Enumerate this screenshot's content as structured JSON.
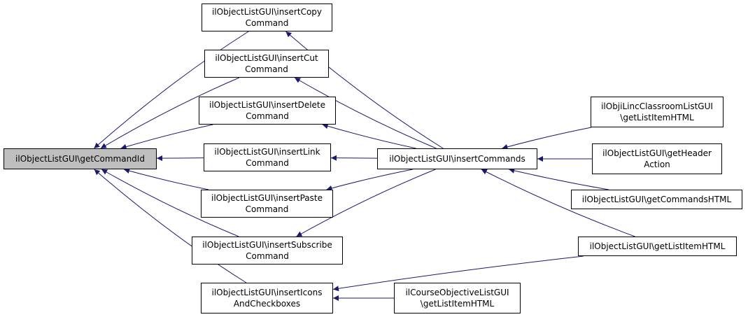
{
  "graph": {
    "colors": {
      "edge": "#191970",
      "node_border": "#000000",
      "root_fill": "#bfbfbf",
      "node_fill": "#ffffff"
    },
    "nodes": {
      "root": {
        "lines": [
          "ilObjectListGUI\\getCommandId"
        ]
      },
      "copy": {
        "lines": [
          "ilObjectListGUI\\insertCopy",
          "Command"
        ]
      },
      "cut": {
        "lines": [
          "ilObjectListGUI\\insertCut",
          "Command"
        ]
      },
      "delete": {
        "lines": [
          "ilObjectListGUI\\insertDelete",
          "Command"
        ]
      },
      "link": {
        "lines": [
          "ilObjectListGUI\\insertLink",
          "Command"
        ]
      },
      "paste": {
        "lines": [
          "ilObjectListGUI\\insertPaste",
          "Command"
        ]
      },
      "subscribe": {
        "lines": [
          "ilObjectListGUI\\insertSubscribe",
          "Command"
        ]
      },
      "icons": {
        "lines": [
          "ilObjectListGUI\\insertIcons",
          "AndCheckboxes"
        ]
      },
      "commands": {
        "lines": [
          "ilObjectListGUI\\insertCommands"
        ]
      },
      "course": {
        "lines": [
          "ilCourseObjectiveListGUI",
          "\\getListItemHTML"
        ]
      },
      "linc": {
        "lines": [
          "ilObjiLincClassroomListGUI",
          "\\getListItemHTML"
        ]
      },
      "header": {
        "lines": [
          "ilObjectListGUI\\getHeader",
          "Action"
        ]
      },
      "cmdshtml": {
        "lines": [
          "ilObjectListGUI\\getCommandsHTML"
        ]
      },
      "listitem": {
        "lines": [
          "ilObjectListGUI\\getListItemHTML"
        ]
      }
    },
    "edges": [
      {
        "from": "copy",
        "to": "root"
      },
      {
        "from": "cut",
        "to": "root"
      },
      {
        "from": "delete",
        "to": "root"
      },
      {
        "from": "link",
        "to": "root"
      },
      {
        "from": "paste",
        "to": "root"
      },
      {
        "from": "subscribe",
        "to": "root"
      },
      {
        "from": "icons",
        "to": "root"
      },
      {
        "from": "commands",
        "to": "copy"
      },
      {
        "from": "commands",
        "to": "cut"
      },
      {
        "from": "commands",
        "to": "delete"
      },
      {
        "from": "commands",
        "to": "link"
      },
      {
        "from": "commands",
        "to": "paste"
      },
      {
        "from": "commands",
        "to": "subscribe"
      },
      {
        "from": "linc",
        "to": "commands"
      },
      {
        "from": "header",
        "to": "commands"
      },
      {
        "from": "cmdshtml",
        "to": "commands"
      },
      {
        "from": "listitem",
        "to": "commands"
      },
      {
        "from": "listitem",
        "to": "icons"
      },
      {
        "from": "course",
        "to": "icons"
      }
    ]
  }
}
